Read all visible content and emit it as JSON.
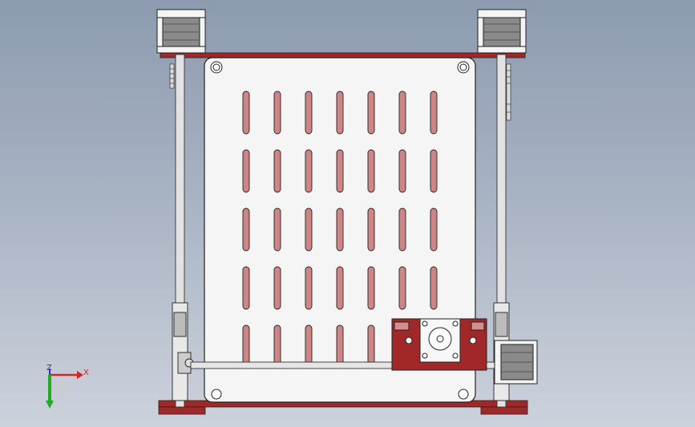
{
  "viewport": {
    "background_top": "#8d9bb0",
    "background_bottom": "#ccd2dc"
  },
  "model": {
    "frame_color": "#a02828",
    "slot_fill": "#cf8585",
    "plate_color": "#f5f5f5",
    "rod_color": "#e2e2e2",
    "motor_body_color": "#8a8a8a",
    "slot_rows": 5,
    "slot_columns": 7
  },
  "triad": {
    "axis_x_label": "X",
    "axis_z_label": "Z",
    "axis_x_color": "#e02020",
    "axis_y_color": "#22aa22",
    "axis_z_color": "#3030cc"
  }
}
